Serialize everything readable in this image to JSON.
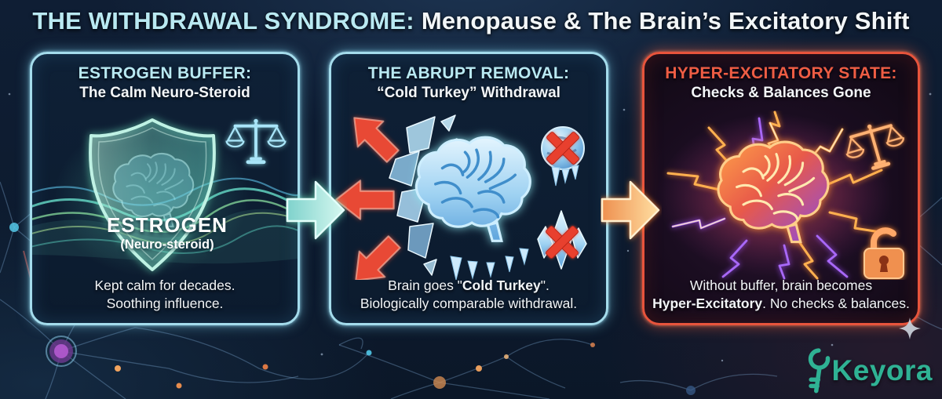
{
  "title": {
    "highlight": "THE WITHDRAWAL SYNDROME:",
    "rest": "Menopause & The Brain’s Excitatory Shift"
  },
  "panels": [
    {
      "heading": "ESTROGEN BUFFER:",
      "subheading": "The Calm Neuro-Steroid",
      "shield_label": "ESTROGEN",
      "shield_sublabel": "(Neuro-steroid)",
      "caption_line1": "Kept calm for decades.",
      "caption_line2": "Soothing influence.",
      "icons": "shield-brain, balance-scale, calm-waves"
    },
    {
      "heading": "THE ABRUPT REMOVAL:",
      "subheading": "“Cold Turkey” Withdrawal",
      "caption_line1_pre": "Brain goes \"",
      "caption_line1_bold": "Cold Turkey",
      "caption_line1_post": "\".",
      "caption_line2": "Biologically comparable withdrawal.",
      "icons": "frozen-brain, shattered-shield, red-arrows, crossed-out-frozen-globe, crossed-out-ice-crystals"
    },
    {
      "heading": "HYPER-EXCITATORY STATE:",
      "subheading": "Checks & Balances Gone",
      "caption_line1": "Without buffer, brain becomes",
      "caption_line2_bold": "Hyper-Excitatory",
      "caption_line2_post": ". No checks & balances.",
      "icons": "electric-brain, lightning-bolts, tilted-balance-scale, open-padlock"
    }
  ],
  "logo": {
    "text": "Keyora"
  },
  "colors": {
    "title_highlight": "#b9e9f2",
    "panel_cyan_accent": "#b9e9f2",
    "panel_red_accent": "#ee5d44",
    "cyan_border": "#a4dcec",
    "red_border": "#e8543c",
    "arrow_cyan": "#9fe9df",
    "arrow_orange": "#f6b26b",
    "cross_red": "#e8402e",
    "logo_teal": "#2fb294"
  }
}
